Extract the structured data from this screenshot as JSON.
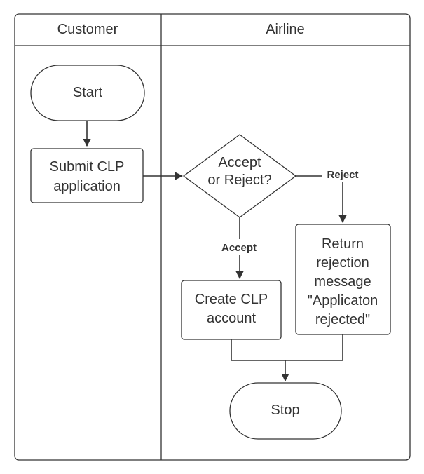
{
  "colors": {
    "stroke": "#333333",
    "background": "#ffffff"
  },
  "lanes": [
    {
      "id": "customer",
      "title": "Customer"
    },
    {
      "id": "airline",
      "title": "Airline"
    }
  ],
  "nodes": {
    "start": {
      "shape": "terminator",
      "lines": [
        "Start"
      ]
    },
    "submit": {
      "shape": "process",
      "lines": [
        "Submit CLP",
        "application"
      ]
    },
    "decision": {
      "shape": "decision",
      "lines": [
        "Accept",
        "or Reject?"
      ]
    },
    "create": {
      "shape": "process",
      "lines": [
        "Create CLP",
        "account"
      ]
    },
    "reject_msg": {
      "shape": "process",
      "lines": [
        "Return",
        "rejection",
        "message",
        "\"Applicaton",
        "rejected\""
      ]
    },
    "stop": {
      "shape": "terminator",
      "lines": [
        "Stop"
      ]
    }
  },
  "edges": [
    {
      "from": "start",
      "to": "submit",
      "label": ""
    },
    {
      "from": "submit",
      "to": "decision",
      "label": ""
    },
    {
      "from": "decision",
      "to": "create",
      "label": "Accept"
    },
    {
      "from": "decision",
      "to": "reject_msg",
      "label": "Reject"
    },
    {
      "from": "create",
      "to": "stop",
      "label": ""
    },
    {
      "from": "reject_msg",
      "to": "stop",
      "label": ""
    }
  ]
}
